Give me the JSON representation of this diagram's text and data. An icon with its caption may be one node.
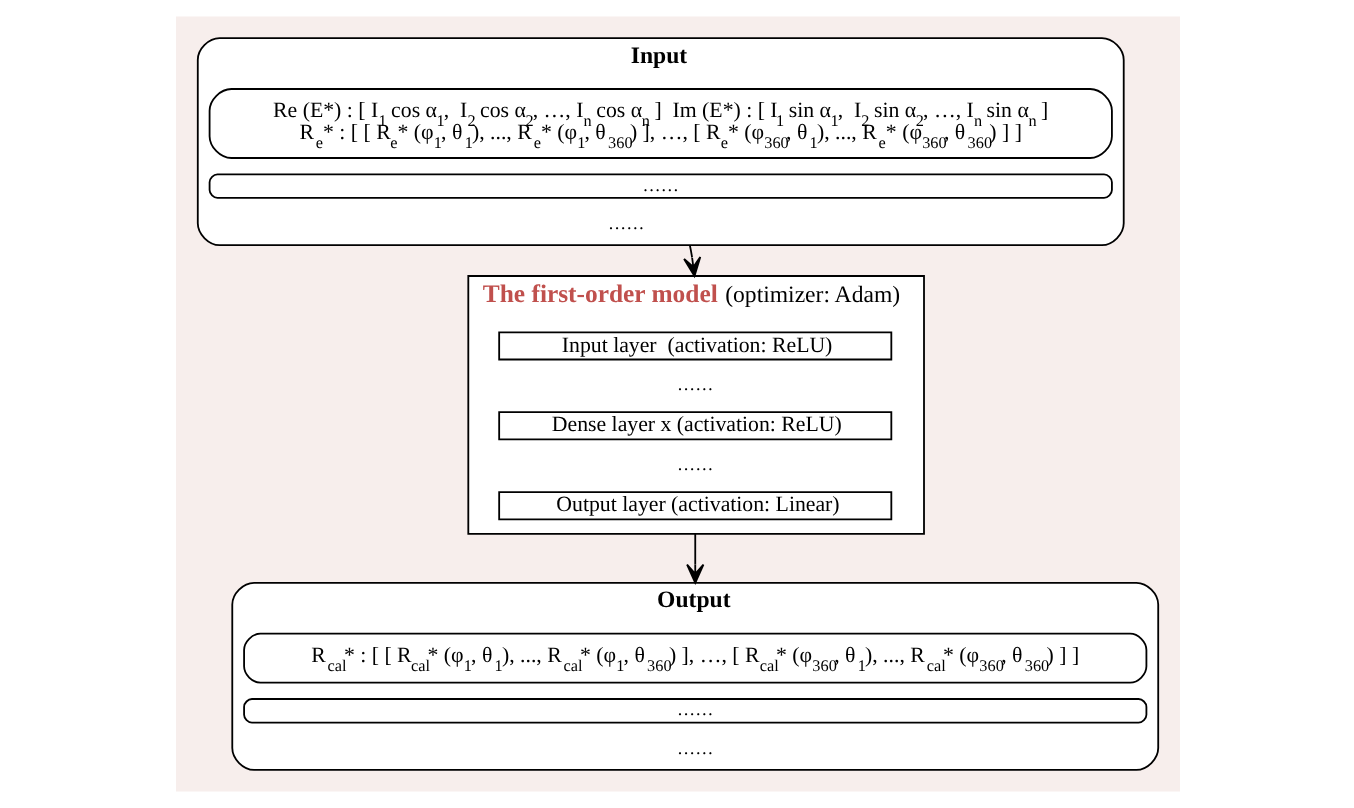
{
  "diagram": {
    "nodes": [
      {
        "text": [
          "Input",
          "……"
        ]
      },
      {
        "text": [
          "Re (E*) : [ I$_{1}$ cos α$_{1}$,  I$_{2}$ cos α$_{2}$, …, I$_{n}$ cos α$_{n}$ ]  Im (E*) : [ I$_{1}$ sin α$_{1}$,  I$_{2}$ sin α$_{2}$, …, I$_{n}$ sin α$_{n}$ ]",
          "R$_{e}$* : [ [ R$_{e}$* (φ$_{1}$, θ$_{1}$), ..., R$_{e}$* (φ$_{1}$, θ$_{360}$) ], …, [ R$_{e}$* (φ$_{360}$, θ$_{1}$), ..., R$_{e}$* (φ$_{360}$, θ$_{360}$) ] ]"
        ],
        "in": 0
      },
      {
        "text": [
          "……"
        ],
        "in": 0
      },
      {
        "text": [
          "The first-order model",
          "(optimizer: Adam)"
        ]
      },
      {
        "text": [
          "Input layer  (activation: ReLU)"
        ],
        "in": 3
      },
      {
        "text": [
          "Dense layer x (activation: ReLU)"
        ],
        "in": 3
      },
      {
        "text": [
          "Output layer (activation: Linear)"
        ],
        "in": 3
      },
      {
        "text": [
          "Output",
          "……"
        ]
      },
      {
        "text": [
          "R$_{cal}$* : [ [ R$_{cal}$* (φ$_{1}$, θ$_{1}$), ..., R$_{cal}$* (φ$_{1}$, θ$_{360}$) ], …, [ R$_{cal}$* (φ$_{360}$, θ$_{1}$), ..., R$_{cal}$* (φ$_{360}$, θ$_{360}$) ] ]"
        ],
        "in": 7
      },
      {
        "text": [
          "……"
        ],
        "in": 7
      }
    ],
    "edges": [
      {
        "from": 0,
        "to": 3,
        "arrow": "to"
      },
      {
        "from": 3,
        "to": 7,
        "arrow": "to"
      }
    ],
    "labels": [
      "……",
      "……"
    ]
  }
}
